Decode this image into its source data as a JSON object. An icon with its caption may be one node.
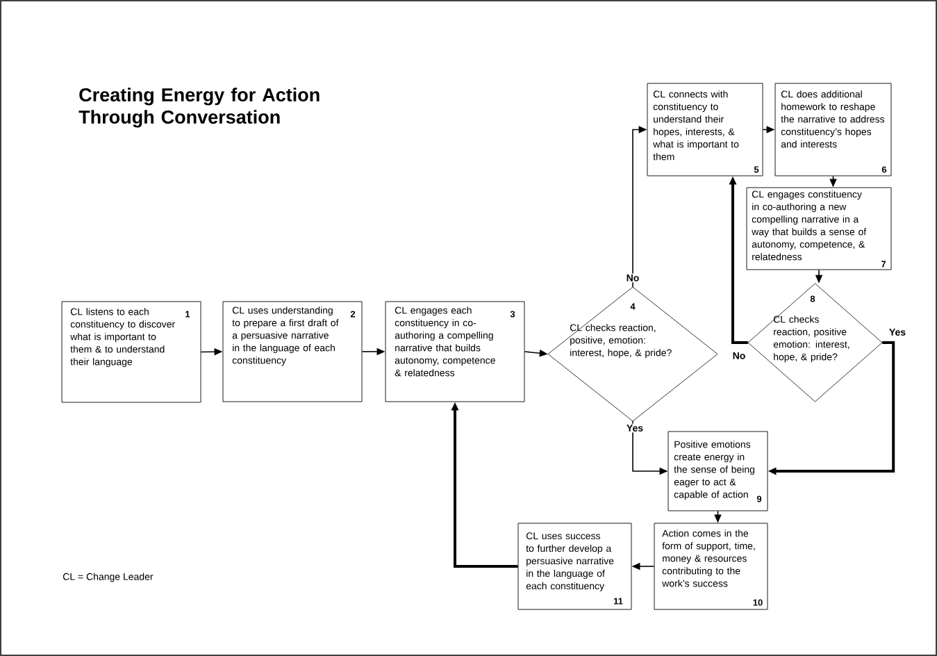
{
  "diagram": {
    "title": "Creating Energy for Action Through Conversation",
    "nodes": [
      {
        "text": [
          "CL listens to each constituency to discover what is important to them & to understand their language",
          "1"
        ]
      },
      {
        "text": [
          "CL uses understanding to prepare a first draft of a persuasive narrative in the language of each constituency",
          "2"
        ]
      },
      {
        "text": [
          "CL engages each constituency in co-authoring a compelling narrative that builds autonomy, competence & relatedness",
          "3"
        ]
      },
      {
        "text": [
          "4",
          "CL checks reaction, positive, emotion: interest, hope, & pride?"
        ]
      },
      {
        "text": [
          "CL connects with constituency to understand their hopes, interests, & what is important to them",
          "5"
        ]
      },
      {
        "text": [
          "CL does additional homework to reshape the narrative to address constituency’s hopes and interests",
          "6"
        ]
      },
      {
        "text": [
          "CL engages constituency in co-authoring a new compelling narrative in a way that builds a sense of autonomy, competence, & relatedness",
          "7"
        ]
      },
      {
        "text": [
          "8",
          "CL checks reaction, positive emotion: interest, hope, & pride?"
        ]
      },
      {
        "text": [
          "Positive emotions create energy in the sense of being eager to act & capable of action",
          "9"
        ]
      },
      {
        "text": [
          "Action comes in the form of support, time, money & resources contributing to the work’s success",
          "10"
        ]
      },
      {
        "text": [
          "CL uses success to further develop a persuasive narrative in the language of each constituency",
          "11"
        ]
      }
    ],
    "edges": [
      {
        "from": 0,
        "to": 1,
        "arrow": "to"
      },
      {
        "from": 1,
        "to": 2,
        "arrow": "to"
      },
      {
        "from": 2,
        "to": 3,
        "arrow": "to"
      },
      {
        "from": 3,
        "to": 4,
        "arrow": "to",
        "label": "No"
      },
      {
        "from": 3,
        "to": 8,
        "arrow": "to",
        "label": "Yes"
      },
      {
        "from": 4,
        "to": 5,
        "arrow": "to"
      },
      {
        "from": 5,
        "to": 6,
        "arrow": "to"
      },
      {
        "from": 6,
        "to": 7,
        "arrow": "to"
      },
      {
        "from": 7,
        "to": 4,
        "arrow": "to",
        "label": "No",
        "style": "thick"
      },
      {
        "from": 7,
        "to": 8,
        "arrow": "to",
        "label": "Yes",
        "style": "thick"
      },
      {
        "from": 8,
        "to": 9,
        "arrow": "to"
      },
      {
        "from": 9,
        "to": 10,
        "arrow": "to"
      },
      {
        "from": 10,
        "to": 2,
        "arrow": "to",
        "style": "thick"
      }
    ],
    "labels": [
      "CL = Change Leader"
    ]
  }
}
